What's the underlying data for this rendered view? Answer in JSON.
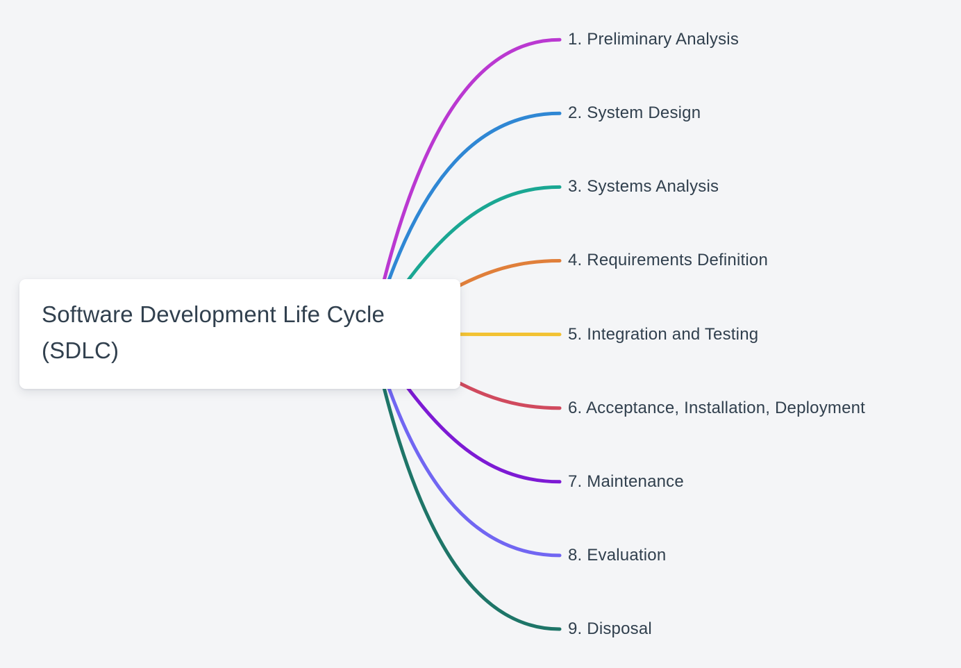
{
  "canvas": {
    "background_color": "#f4f5f7",
    "text_color": "#31404e",
    "node_background_color": "#ffffff"
  },
  "root": {
    "label": "Software Development Life Cycle (SDLC)"
  },
  "branches": [
    {
      "label": "1. Preliminary Analysis",
      "color": "#ba38d1"
    },
    {
      "label": "2. System Design",
      "color": "#2f87d4"
    },
    {
      "label": "3. Systems Analysis",
      "color": "#1aa793"
    },
    {
      "label": "4. Requirements Definition",
      "color": "#e07f3a"
    },
    {
      "label": "5. Integration and Testing",
      "color": "#f2c233"
    },
    {
      "label": "6. Acceptance, Installation, Deployment",
      "color": "#d04a5e"
    },
    {
      "label": "7. Maintenance",
      "color": "#7d1ad4"
    },
    {
      "label": "8. Evaluation",
      "color": "#7166f2"
    },
    {
      "label": "9. Disposal",
      "color": "#1e7568"
    }
  ]
}
